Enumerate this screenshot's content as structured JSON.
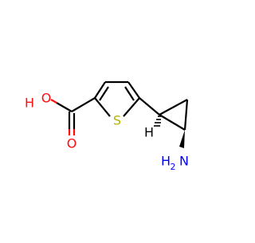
{
  "molecule": {
    "labels": {
      "hydroxyl": "O",
      "hydroxyl_h": "H",
      "carbonyl": "O",
      "sulfur": "S",
      "stereo_h": "H",
      "amine_n": "N",
      "amine_h": "H",
      "amine_h_count": "2"
    },
    "colors": {
      "oxygen": "#ff0d0d",
      "sulfur": "#b2b200",
      "nitrogen": "#0000ff",
      "carbon_bond": "#000000",
      "hydrogen": "#000000"
    }
  }
}
